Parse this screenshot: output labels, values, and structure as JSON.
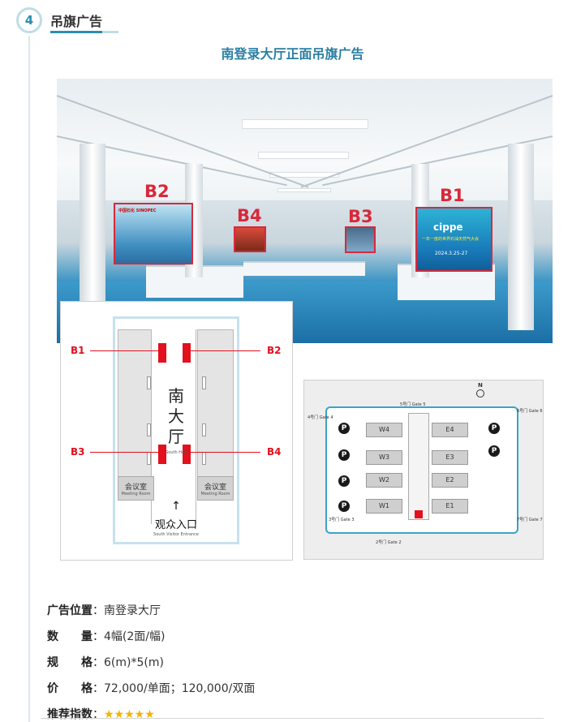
{
  "section": {
    "number": "4",
    "title": "吊旗广告"
  },
  "main_title": "南登录大厅正面吊旗广告",
  "photo": {
    "labels": {
      "b1": "B1",
      "b2": "B2",
      "b3": "B3",
      "b4": "B4"
    },
    "banner_b2": {
      "line1": "中国石化 SINOPEC"
    },
    "banner_b1": {
      "brand": "cippe",
      "line1": "一年一度的世界石油天然气大会",
      "date": "2024.3.25-27"
    }
  },
  "floor_plan": {
    "labels": {
      "b1": "B1",
      "b2": "B2",
      "b3": "B3",
      "b4": "B4"
    },
    "hall_name_chars": [
      "南",
      "大",
      "厅"
    ],
    "hall_name_en": "South Hall",
    "meeting_room_cn": "会议室",
    "meeting_room_en": "Meeting Room",
    "entrance_cn": "观众入口",
    "entrance_en": "South Visitor Entrance",
    "arrow": "↑"
  },
  "site_map": {
    "north": "N",
    "halls": [
      "W4",
      "W3",
      "W2",
      "W1",
      "E4",
      "E3",
      "E2",
      "E1"
    ],
    "parking": "P",
    "gates": [
      "5号门 Gate 5",
      "4号门 Gate 4",
      "3号门 Gate 3",
      "2号门 Gate 2",
      "6号门 Gate 6",
      "7号门 Gate 7"
    ]
  },
  "info": {
    "position": {
      "label": "广告位置",
      "value": "：南登录大厅"
    },
    "quantity": {
      "label": "数　　量",
      "value": "：4幅(2面/幅)"
    },
    "spec": {
      "label": "规　　格",
      "value": "：6(m)*5(m)"
    },
    "price": {
      "label": "价　　格",
      "value": "：72,000/单面；120,000/双面"
    },
    "rating": {
      "label": "推荐指数",
      "value": "：",
      "stars": "★★★★★"
    }
  },
  "colors": {
    "accent": "#2a7fa3",
    "banner_red": "#d9283b",
    "star": "#f2b400"
  }
}
